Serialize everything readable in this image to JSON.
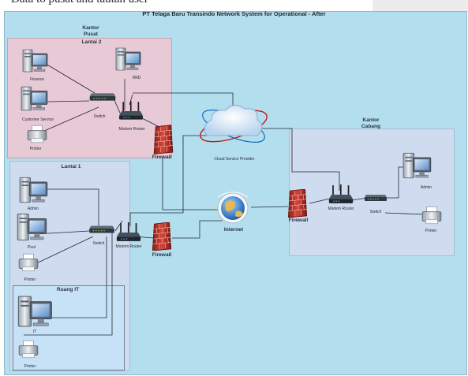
{
  "header_fragment": "Data to pusat and tautan user",
  "title": "PT Telaga Baru Transindo Network System for Operational - After",
  "zones": {
    "kantor_pusat": "Kantor\nPusat",
    "lantai2": "Lantai 2",
    "lantai1": "Lantai 1",
    "ruang_it": "Ruang IT",
    "kantor_cabang": "Kantor\nCabang"
  },
  "devices": {
    "finance": "Finance",
    "hrd": "HRD",
    "customer_service": "Customer Service",
    "switch_l2": "Switch",
    "modem_router_l2": "Modem Router",
    "printer_l2": "Printer",
    "firewall_l2": "Firewall",
    "cloud": "Cloud Service Provider",
    "admin_l1": "Admin",
    "pool": "Pool",
    "printer_l1": "Printer",
    "switch_l1": "Switch",
    "modem_router_l1": "Modem Router",
    "firewall_l1": "Firewall",
    "internet": "Internet",
    "it": "IT",
    "printer_it": "Printer",
    "firewall_cabang": "Firewall",
    "modem_router_cabang": "Modem Router",
    "switch_cabang": "Switch",
    "admin_cabang": "Admin",
    "printer_cabang": "Printer"
  },
  "colors": {
    "background": "#b3deee",
    "lantai2_fill": "#e8c9d6",
    "lantai1_fill": "#cfdcef",
    "ruang_it_fill": "#c7e2f7",
    "cabang_fill": "#cfdcef",
    "firewall": "#c0392b"
  },
  "icons": [
    "computer-icon",
    "printer-icon",
    "switch-icon",
    "router-icon",
    "firewall-icon",
    "cloud-icon",
    "globe-icon"
  ]
}
